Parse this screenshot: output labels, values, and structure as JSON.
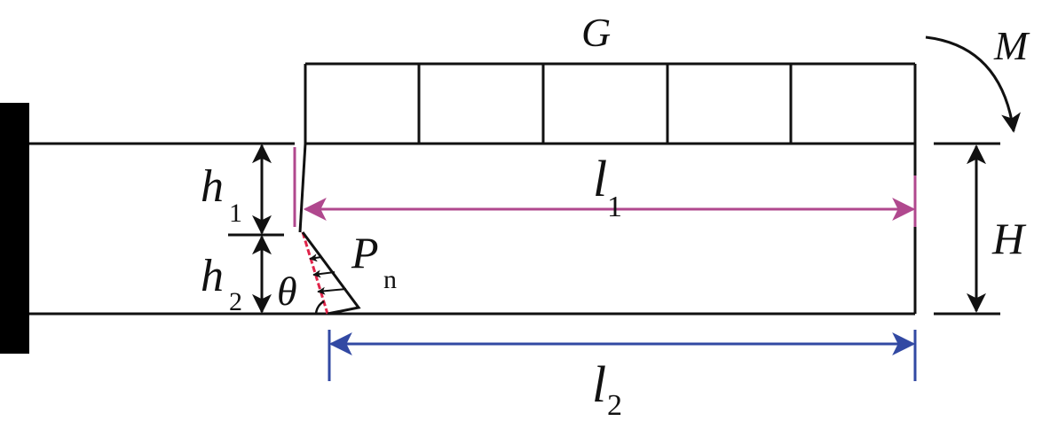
{
  "labels": {
    "G": "G",
    "M": "M",
    "l1_main": "l",
    "l1_sub": "1",
    "l2_main": "l",
    "l2_sub": "2",
    "H": "H",
    "h1_main": "h",
    "h1_sub": "1",
    "h2_main": "h",
    "h2_sub": "2",
    "theta": "θ",
    "Pn_main": "P",
    "Pn_sub": "n"
  },
  "colors": {
    "line": "#111111",
    "magenta": "#b0488e",
    "blue": "#3249a3",
    "red": "#e0244a"
  }
}
